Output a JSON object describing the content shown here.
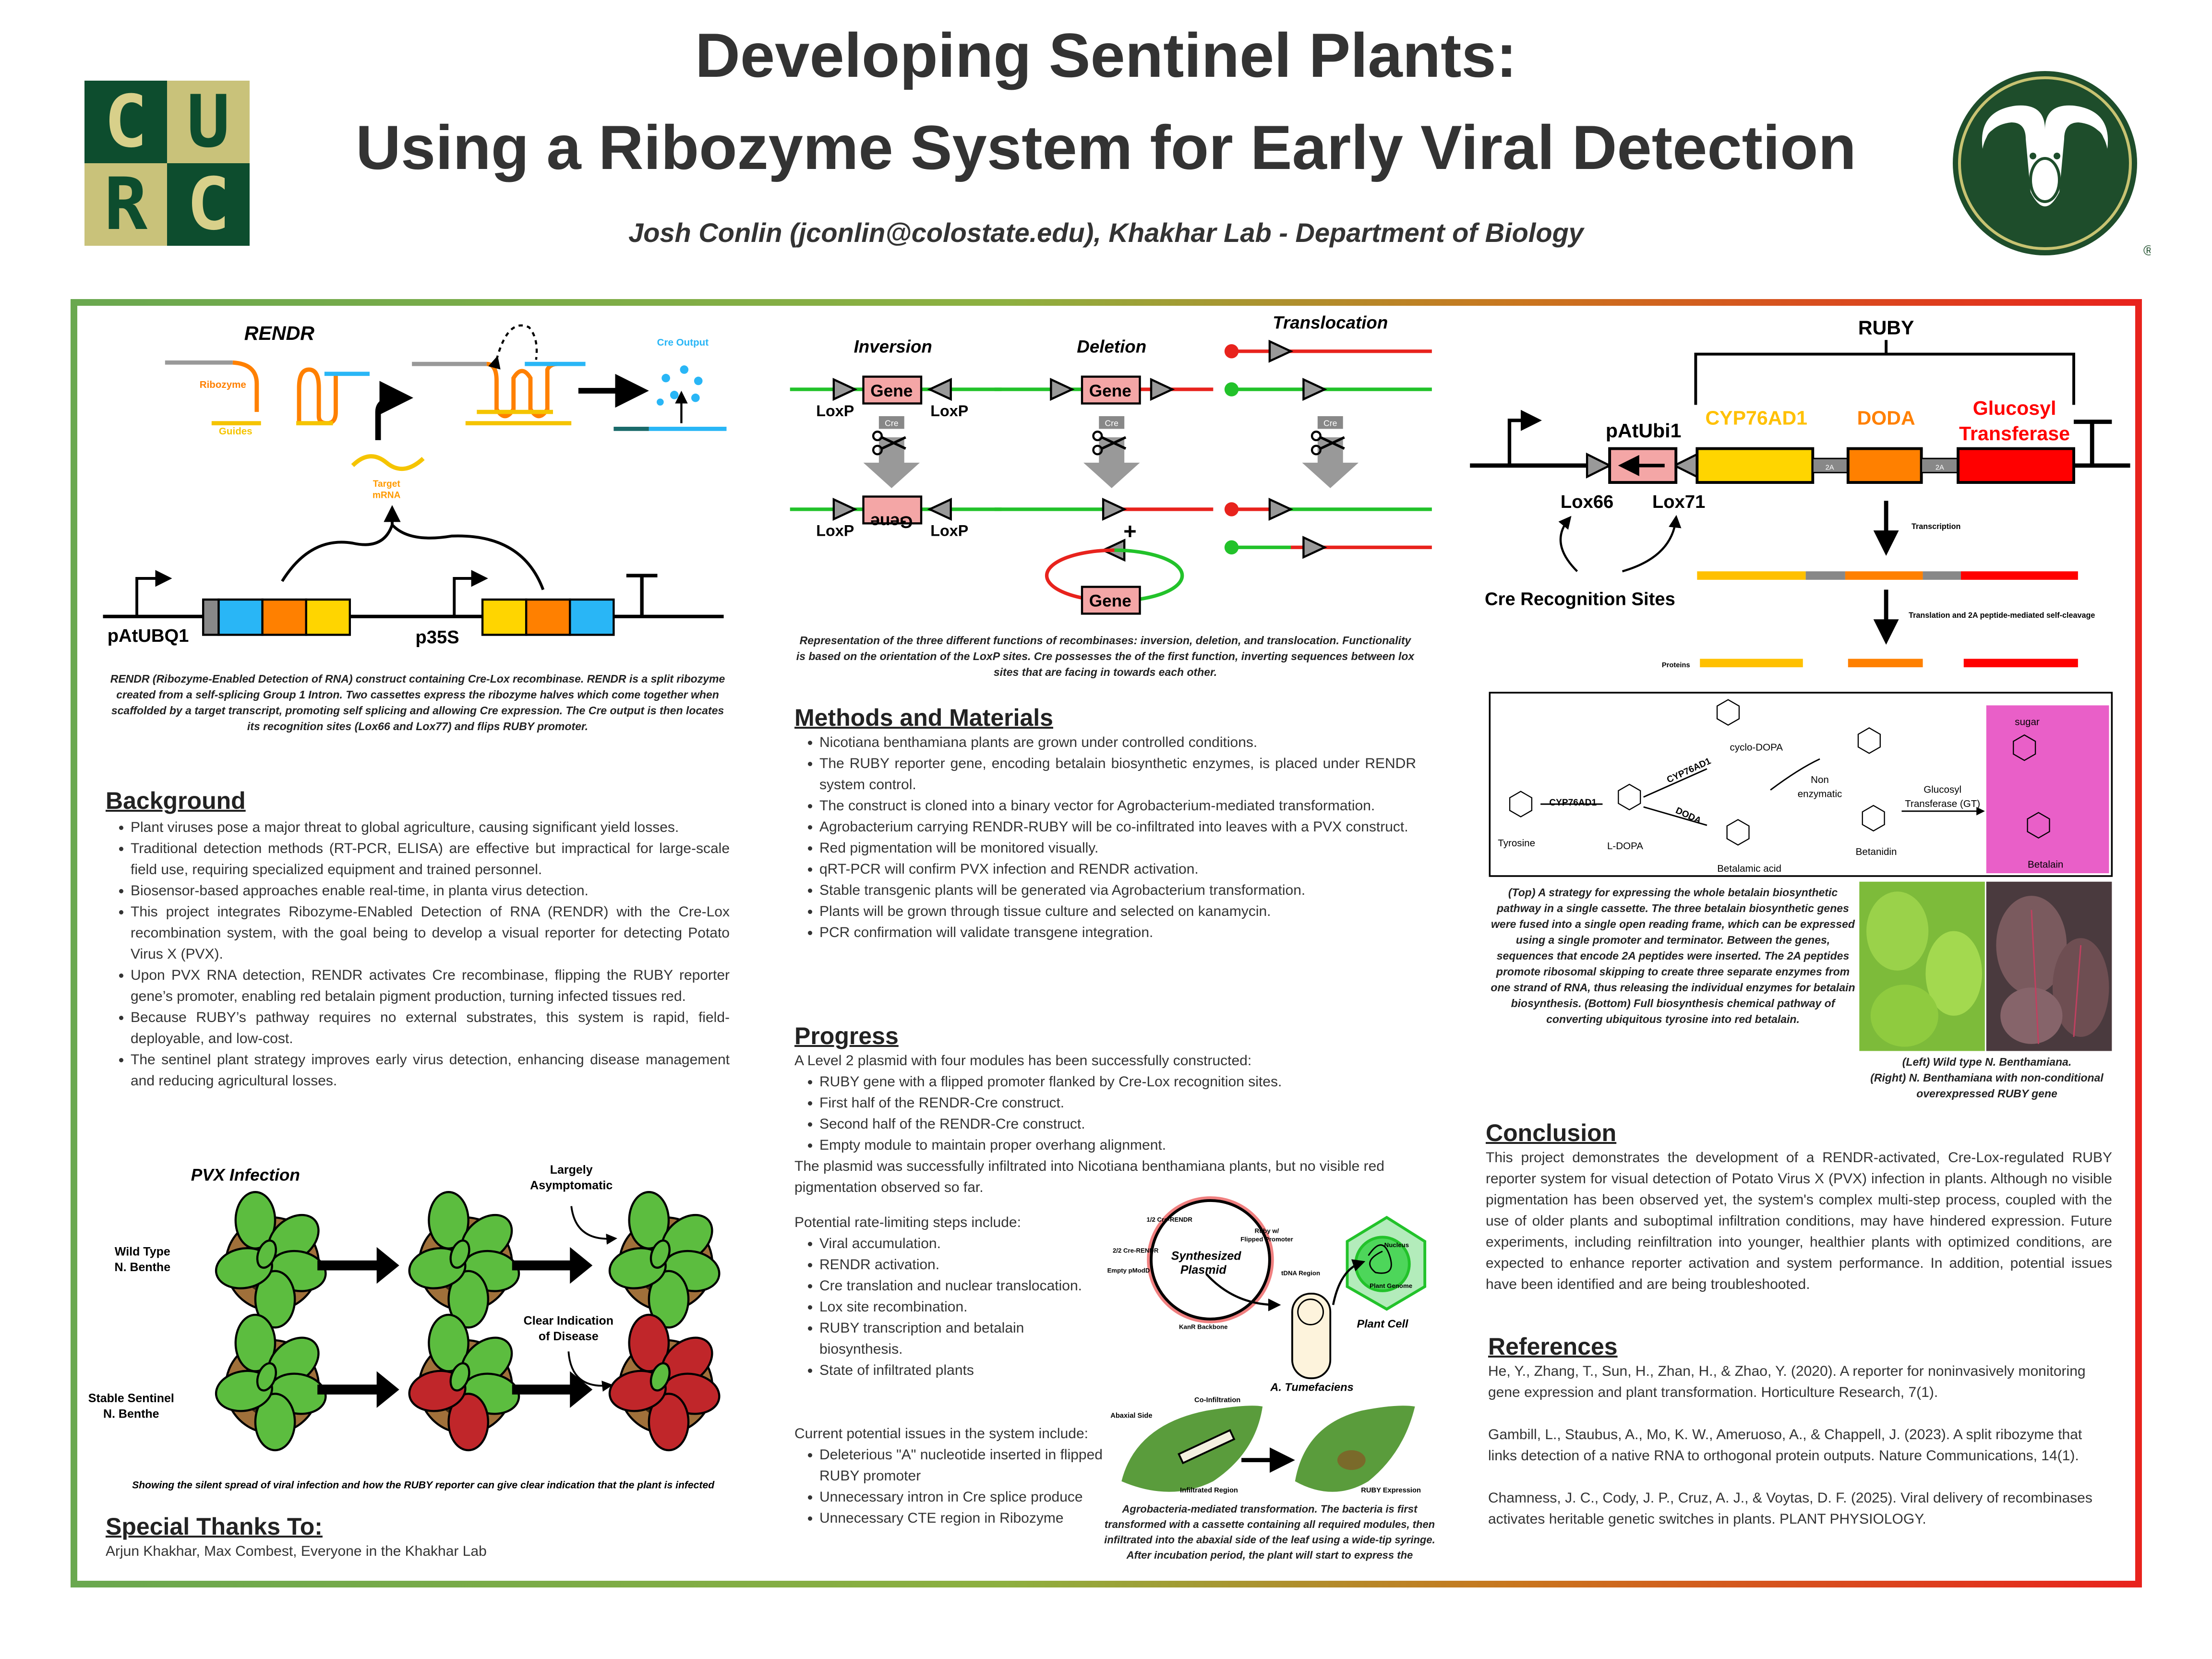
{
  "header": {
    "title_line1": "Developing Sentinel Plants:",
    "title_line2": "Using a Ribozyme System for Early Viral Detection",
    "authors": "Josh Conlin (jconlin@colostate.edu), Khakhar Lab - Department of Biology",
    "logo_left_letters": [
      "C",
      "U",
      "R",
      "C"
    ],
    "logo_right_mark": "®"
  },
  "colors": {
    "csu_green": "#1e4d2b",
    "csu_gold": "#c8c372",
    "frame_left": "#6aa84f",
    "frame_right": "#e8231d",
    "gene_pink": "#f4a6a6",
    "ruby_yellow": "#ffd500",
    "ruby_orange": "#ff8000",
    "ruby_red": "#ff0000",
    "rendr_blue": "#29b6f6"
  },
  "rendr_figure": {
    "title": "RENDR",
    "ribozyme": "Ribozyme",
    "guides": "Guides",
    "target_mrna": [
      "Target",
      "mRNA"
    ],
    "cre_output": "Cre Output",
    "promoter1": "pAtUBQ1",
    "promoter2": "p35S",
    "caption": "RENDR (Ribozyme-Enabled Detection of RNA) construct containing Cre-Lox recombinase. RENDR is a split ribozyme created from a self-splicing Group 1 Intron. Two cassettes express the ribozyme halves which come together when scaffolded by a target transcript, promoting self splicing and allowing Cre expression. The Cre output is then locates its recognition sites (Lox66 and Lox77) and flips RUBY promoter."
  },
  "background": {
    "heading": "Background",
    "bullets": [
      "Plant viruses pose a major threat to global agriculture, causing significant yield losses.",
      "Traditional detection methods (RT-PCR, ELISA) are effective but impractical for large-scale field use, requiring specialized equipment and trained personnel.",
      "Biosensor-based approaches enable real-time, in planta virus detection.",
      "This project integrates Ribozyme-ENabled Detection of RNA (RENDR) with the Cre-Lox recombination system, with the goal being to develop a visual reporter for detecting Potato Virus X (PVX).",
      "Upon PVX RNA detection, RENDR activates Cre recombinase, flipping the RUBY reporter gene’s promoter, enabling red betalain pigment production, turning infected tissues red.",
      "Because RUBY’s pathway requires no external substrates, this system is rapid, field-deployable, and low-cost.",
      "The sentinel plant strategy improves early virus detection, enhancing disease management and reducing agricultural losses."
    ]
  },
  "pvx_figure": {
    "title": "PVX Infection",
    "row1_label": [
      "Wild Type",
      "N. Benthe"
    ],
    "row2_label": [
      "Stable Sentinel",
      "N. Benthe"
    ],
    "note1": [
      "Largely",
      "Asymptomatic"
    ],
    "note2": [
      "Clear Indication",
      "of Disease"
    ],
    "caption": "Showing the silent spread of viral infection and how the RUBY reporter can give clear indication that the plant is infected"
  },
  "thanks": {
    "heading": "Special Thanks To:",
    "text": "Arjun Khakhar, Max Combest, Everyone in the Khakhar Lab"
  },
  "recombinase_figure": {
    "inversion": "Inversion",
    "deletion": "Deletion",
    "translocation": "Translocation",
    "gene": "Gene",
    "loxp": "LoxP",
    "cre": "Cre",
    "plus": "+",
    "caption": "Representation of the three different functions of recombinases: inversion, deletion, and translocation. Functionality is based on the orientation of the LoxP sites. Cre possesses the  of the first function, inverting sequences between lox sites that are facing in towards each other."
  },
  "methods": {
    "heading": "Methods and Materials",
    "bullets": [
      "Nicotiana benthamiana plants are grown under controlled conditions.",
      "The RUBY reporter gene, encoding betalain biosynthetic enzymes, is placed under RENDR system control.",
      "The construct is cloned into a binary vector for Agrobacterium-mediated transformation.",
      "Agrobacterium carrying RENDR-RUBY will be co-infiltrated into leaves with a PVX construct.",
      "Red pigmentation will be monitored visually.",
      "qRT-PCR will confirm PVX infection and RENDR activation.",
      "Stable transgenic plants will be generated via Agrobacterium transformation.",
      "Plants will be grown through tissue culture and selected on kanamycin.",
      "PCR confirmation will validate transgene integration."
    ]
  },
  "progress": {
    "heading": "Progress",
    "intro": "A Level 2 plasmid with four modules has been successfully constructed:",
    "bullets": [
      "RUBY gene with a flipped promoter flanked by Cre-Lox recognition sites.",
      "First half of the RENDR-Cre construct.",
      "Second half of the RENDR-Cre construct.",
      "Empty module to maintain proper overhang alignment."
    ],
    "outro": "The plasmid was successfully infiltrated into Nicotiana benthamiana plants, but no visible red pigmentation observed so far."
  },
  "rate_limiting": {
    "intro": "Potential rate-limiting steps include:",
    "bullets": [
      "Viral accumulation.",
      "RENDR activation.",
      "Cre translation and nuclear translocation.",
      "Lox site recombination.",
      "RUBY transcription and betalain biosynthesis.",
      "State of infiltrated plants"
    ]
  },
  "issues": {
    "intro": "Current potential issues in the system include:",
    "bullets": [
      "Deleterious \"A\" nucleotide inserted in flipped RUBY promoter",
      "Unnecessary intron in Cre splice produce",
      "Unnecessary CTE region in Ribozyme"
    ]
  },
  "agro_figure": {
    "plasmid_title": [
      "Synthesized",
      "Plasmid"
    ],
    "half1": "1/2 Cre-RENDR",
    "half2": "2/2 Cre-RENDR",
    "empty": "Empty pModD",
    "ruby": [
      "Ruby w/",
      "Flipped Promoter"
    ],
    "backbone": "KanR Backbone",
    "tdna": "tDNA Region",
    "nucleus": "Nucleus",
    "genome": "Plant Genome",
    "plant_cell": "Plant Cell",
    "bacterium": "A. Tumefaciens",
    "coinfiltration": "Co-Infiltration",
    "abaxial": "Abaxial Side",
    "infiltrated": "Infiltrated Region",
    "expression": "RUBY Expression",
    "caption": "Agrobacteria-mediated transformation. The bacteria is first transformed with a cassette containing all required modules, then infiltrated into the abaxial side of the leaf using a wide-tip syringe. After incubation period, the plant will start to express the"
  },
  "ruby_figure": {
    "title": "RUBY",
    "promoter": "pAtUbi1",
    "gene1": "CYP76AD1",
    "gene2": "DODA",
    "gene3": [
      "Glucosyl",
      "Transferase"
    ],
    "linker": "2A",
    "lox1": "Lox66",
    "lox2": "Lox71",
    "recognition": "Cre Recognition Sites",
    "transcription": "Transcription",
    "translation": "Translation and 2A peptide-mediated self-cleavage",
    "proteins": "Proteins"
  },
  "pathway_figure": {
    "tyrosine": "Tyrosine",
    "ldopa": "L-DOPA",
    "cyp1": "CYP76AD1",
    "cyp2": "CYP76AD1",
    "cyclodopa": "cyclo-DOPA",
    "doda": "DODA",
    "nonenzymatic": [
      "Non",
      "enzymatic"
    ],
    "betalamic": "Betalamic acid",
    "betanidin": "Betanidin",
    "gt": [
      "Glucosyl",
      "Transferase (GT)"
    ],
    "betalain": "Betalain",
    "sugar": "sugar"
  },
  "pathway_caption": "(Top) A strategy for expressing the whole betalain biosynthetic pathway in a single cassette. The three betalain biosynthetic genes were fused into a single open reading frame, which can be expressed using a single promoter and terminator. Between the genes, sequences that encode 2A peptides were inserted. The 2A peptides promote ribosomal skipping to create three separate enzymes from one strand of RNA, thus releasing the individual enzymes for betalain biosynthesis. (Bottom) Full biosynthesis chemical pathway of converting ubiquitous tyrosine into red betalain.",
  "photo_caption": [
    "(Left) Wild type N. Benthamiana.",
    "(Right) N. Benthamiana with non-conditional overexpressed RUBY gene"
  ],
  "conclusion": {
    "heading": "Conclusion",
    "text": "This project demonstrates the development of a RENDR-activated, Cre-Lox-regulated RUBY reporter system for visual detection of Potato Virus X (PVX) infection in plants. Although no visible pigmentation has been observed yet, the system's complex multi-step process, coupled with the use of older plants and suboptimal infiltration conditions, may have hindered expression. Future experiments, including reinfiltration into younger, healthier plants with optimized conditions, are expected to enhance reporter activation and system performance. In addition, potential issues have been identified and are being troubleshooted."
  },
  "references": {
    "heading": "References",
    "items": [
      "He, Y., Zhang, T., Sun, H., Zhan, H., & Zhao, Y. (2020). A reporter for noninvasively monitoring gene expression and plant transformation. Horticulture Research, 7(1).",
      "Gambill, L., Staubus, A., Mo, K. W., Ameruoso, A., & Chappell, J. (2023). A split ribozyme that links detection of a native RNA to orthogonal protein outputs. Nature Communications, 14(1).",
      "Chamness, J. C., Cody, J. P., Cruz, A. J., & Voytas, D. F. (2025). Viral delivery of recombinases activates heritable genetic switches in plants. PLANT PHYSIOLOGY."
    ]
  }
}
